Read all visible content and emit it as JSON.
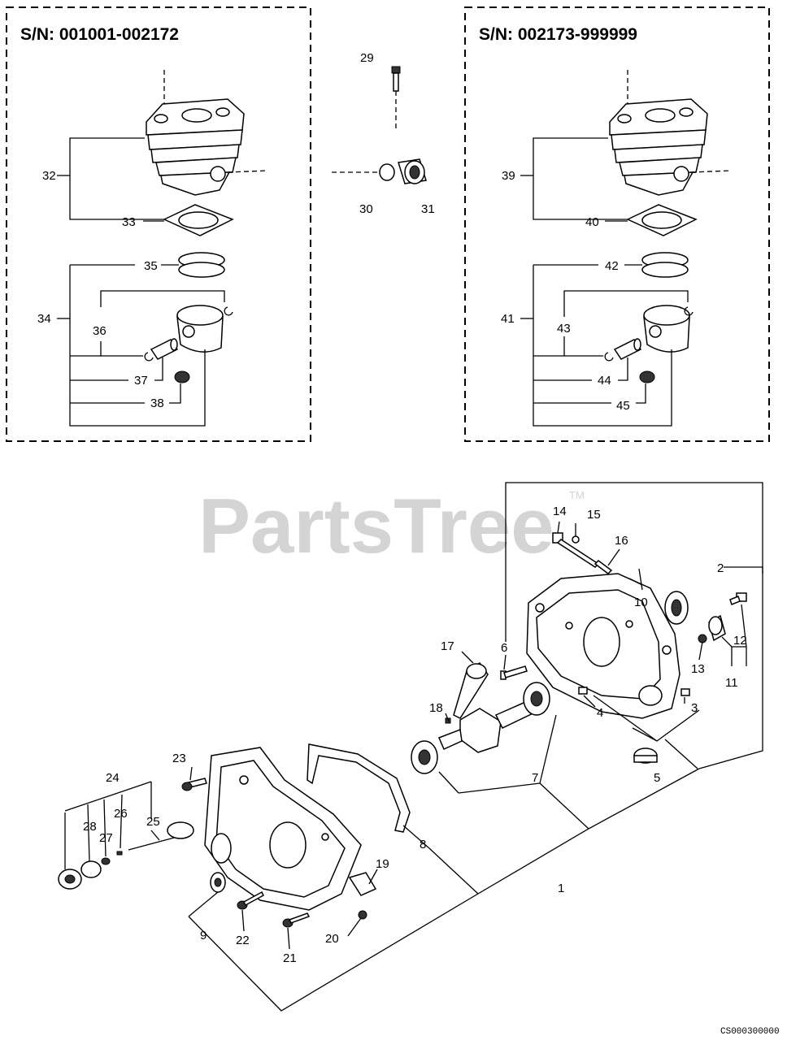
{
  "watermark": {
    "text": "PartsTree",
    "tm": "TM"
  },
  "diagram_code": "CS000300000",
  "left_box": {
    "serial": "S/N: 001001-002172"
  },
  "right_box": {
    "serial": "S/N: 002173-999999"
  },
  "callouts": {
    "c1": "1",
    "c2": "2",
    "c3": "3",
    "c4": "4",
    "c5": "5",
    "c6": "6",
    "c7": "7",
    "c8": "8",
    "c9": "9",
    "c10": "10",
    "c11": "11",
    "c12": "12",
    "c13": "13",
    "c14": "14",
    "c15": "15",
    "c16": "16",
    "c17": "17",
    "c18": "18",
    "c19": "19",
    "c20": "20",
    "c21": "21",
    "c22": "22",
    "c23": "23",
    "c24": "24",
    "c25": "25",
    "c26": "26",
    "c27": "27",
    "c28": "28",
    "c29": "29",
    "c30": "30",
    "c31": "31",
    "c32": "32",
    "c33": "33",
    "c34": "34",
    "c35": "35",
    "c36": "36",
    "c37": "37",
    "c38": "38",
    "c39": "39",
    "c40": "40",
    "c41": "41",
    "c42": "42",
    "c43": "43",
    "c44": "44",
    "c45": "45"
  }
}
